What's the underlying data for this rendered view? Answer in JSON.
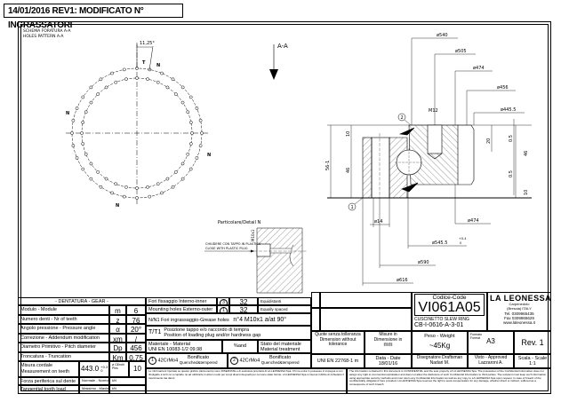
{
  "revision_note": "14/01/2016 REV1: MODIFICATO N° INGRASSATORI",
  "holes_pattern": {
    "title_it": "SCHEMA FORATURA  A-A",
    "title_en": "HOLES PATTERN     A-A",
    "angle_label": "11,25°",
    "holes_outer": 32,
    "holes_inner": 32,
    "marker_t": "T",
    "marker_n": "N"
  },
  "section": {
    "label": "A-A",
    "dims": {
      "d540": "ø540",
      "d505": "ø505",
      "d474_top": "ø474",
      "d456": "ø456",
      "d4455": "ø445.5",
      "m12": "M12",
      "h10_top": "10",
      "h46_left": "46",
      "h56": "56-1",
      "h20": "20",
      "h05_top": "0.5",
      "h05_bot": "0.5",
      "h46_right": "46",
      "h10_bot": "10",
      "d14": "ø14",
      "d474_bot": "ø474",
      "d5455": "ø545.5",
      "d5455_tol_up": "+0.4",
      "d5455_tol_dn": "0",
      "d590": "ø590",
      "d616": "ø616"
    },
    "callout_1": "1",
    "callout_2": "2"
  },
  "detail": {
    "title": "Particolare/Detail  N",
    "note_it": "CHIUDERE CON TAPPO IN PLASTICA",
    "note_en": "CLOSE WITH PLASTIC PLUG",
    "thread": "M10x1"
  },
  "gear_table": {
    "header": "- DENTATURA - GEAR -",
    "rows": [
      {
        "label": "Modulo - Module",
        "symbol": "m",
        "value": "6"
      },
      {
        "label": "Numero denti - Nr of teeth",
        "symbol": "z",
        "value": "76"
      },
      {
        "label": "Angolo pressione - Pressure angle",
        "symbol": "α",
        "value": "20°"
      },
      {
        "label": "Correzione - Addendum modification",
        "symbol": "xm",
        "value": "/"
      },
      {
        "label": "Diametro Primitivo - Pitch diameter",
        "symbol": "Dp",
        "value": "456"
      },
      {
        "label": "Troncatura  -  Truncation",
        "symbol": "Km",
        "value": "0.75"
      }
    ],
    "measure": {
      "label_it": "Misura cordale",
      "label_en": "Measurement on teeth",
      "value": "443.0",
      "tol_up": "+0.3",
      "tol_dn": "0",
      "cyl_label": "ø Cilindri Pins",
      "cyl_value": "10"
    },
    "force_rows": [
      {
        "label": "Forza periferica sul dente",
        "kind": "Normale - Normal",
        "unit": "kN"
      },
      {
        "label": "Tangential tooth load",
        "kind": "Massimo - Maximum",
        "unit": "kN"
      }
    ]
  },
  "holes_table": {
    "inner": {
      "label": "Fori fissaggio Interno-inner",
      "ref": "3",
      "count": "32",
      "note": "Equidistanti"
    },
    "outer": {
      "label": "Mounting holes Esterno-outer",
      "ref": "1",
      "count": "32",
      "note": "Equally spaced"
    },
    "grease": {
      "label": "N/N1 Fori ingrassaggio-Grease holes",
      "value": "n°4  M10x1  a/at  90°"
    },
    "plug": {
      "code": "T/T1",
      "line1": "Posizione tappo e/o raccordo di tempra",
      "line2": "Position of loading plug and/or hardness gap"
    },
    "material": {
      "head_it": "Materiale - Material",
      "head_std": "UNI EN 10083-1/2 09.98",
      "percent": "%and",
      "state_it": "Stato del materiale",
      "state_en": "Material treatment"
    },
    "mat1": {
      "ref": "1",
      "steel": "42CrMo4",
      "treat_it": "Bonificato",
      "treat_en": "Quenched&tempered"
    },
    "mat2": {
      "ref": "2",
      "steel": "42CrMo4",
      "treat_it": "Bonificato",
      "treat_en": "Quenched&tempered"
    }
  },
  "title_block": {
    "code_label": "Codice-Code",
    "code": "VI061A05",
    "desc": "CUSCINETTO    SLEW RING",
    "drawing_no": "CB-I-0616-A-3-01",
    "company": "LA LEONESSA",
    "company_line1": "Carpenedolo",
    "company_line2": "(Brescia) ITALY",
    "tel": "Tel.  0309965435",
    "fax": "Fax  0309965629",
    "web": "www.laleonessa.it",
    "tol_label_it": "Quote senza tolleranza",
    "tol_label_en": "Dimension without tolerance",
    "tol_std": "UNI EN 22768-1 m",
    "units_label": "Misure in Dimensione in",
    "units": "mm",
    "weight_label": "Peso - Weight",
    "weight": "~45Kg",
    "format_label": "Formato Format",
    "format": "A3",
    "rev": "Rev. 1",
    "date_label": "Data - Date",
    "date": "18/01/16",
    "drafter_label": "Disegnatore Draftsman",
    "drafter": "Nadari M.",
    "approved_label": "Visto - Approved",
    "approved": "Lazzaroni A.",
    "scale_label": "Scala - Scale",
    "scale": "1:1",
    "disclaimer_it": "Le informazioni riportate su questo grafico (documento) sono RISERVATE e di esclusiva proprietà di LA LEONESSA Spa. Chi ne entra in possesso si impegna a non divulgarle a terzi né a copiarle né ad utilizzarle in alcun modo per scopi diversi da quelli per cui sono state fornite. LA LEONESSA Spa si riserva il diritto di richiedere il risarcimento dei danni.",
    "disclaimer_en": "The information contained in this document is CONFIDENTIAL and the sole property of LA LEONESSA Spa. The possession of the Confidential Information does not assign any right to commercial exploitation and does not allow the disclosure of such Confidential Information to third parties. The recipient must keep such information using appropriate security methods and must return any Confidential Information as well as any copy to LA LEONESSA Spa upon request. In case of breach of the confidentiality obligations here provided, LA LEONESSA Spa reserves the right to seek compensation for any damage, whether direct or indirect, suffered as a consequence of such breach."
  }
}
